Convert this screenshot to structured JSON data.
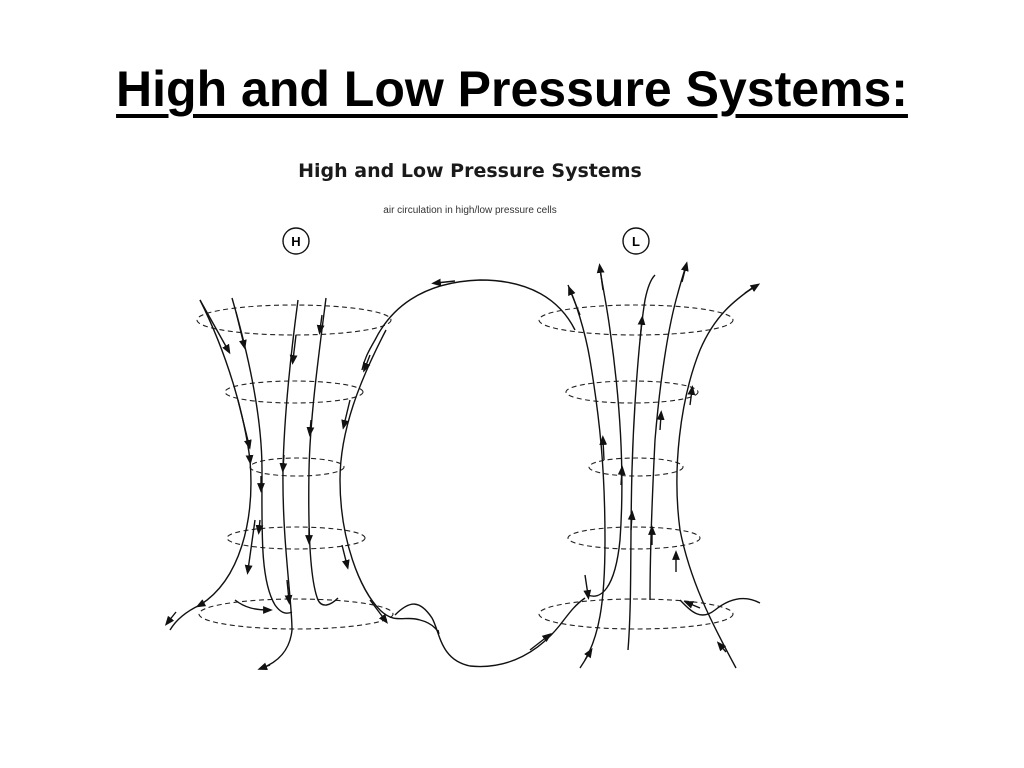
{
  "slide": {
    "title": "High and Low Pressure Systems:"
  },
  "diagram": {
    "title": "High and Low Pressure Systems",
    "subtitle": "air circulation in high/low pressure cells",
    "high_label": "H",
    "low_label": "L"
  }
}
